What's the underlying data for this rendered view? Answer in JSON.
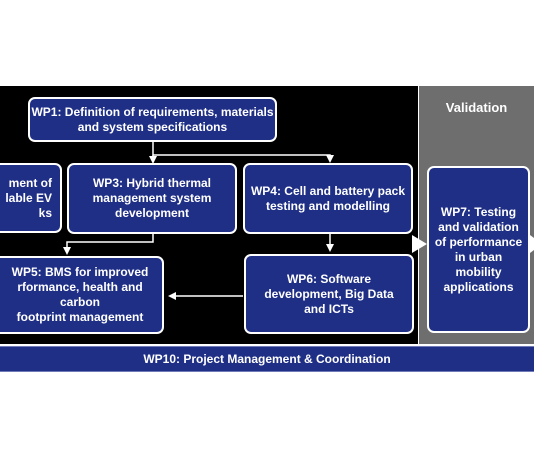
{
  "validation_title": "Validation",
  "boxes": {
    "wp1": "WP1: Definition of requirements, materials\nand system specifications",
    "wp2": "ment of\nlable EV\nks",
    "wp3": "WP3: Hybrid thermal\nmanagement system\ndevelopment",
    "wp4": "WP4: Cell and battery pack\ntesting and modelling",
    "wp5": "WP5: BMS for improved\nrformance, health and carbon\nfootprint management",
    "wp6": "WP6: Software\ndevelopment, Big Data\nand ICTs",
    "wp7": "WP7: Testing\nand validation\nof performance\nin urban\nmobility\napplications"
  },
  "wp10": "WP10: Project Management & Coordination",
  "colors": {
    "box_fill": "#1f2f86",
    "panel_dark": "#000000",
    "panel_gray": "#6e6e6e"
  }
}
